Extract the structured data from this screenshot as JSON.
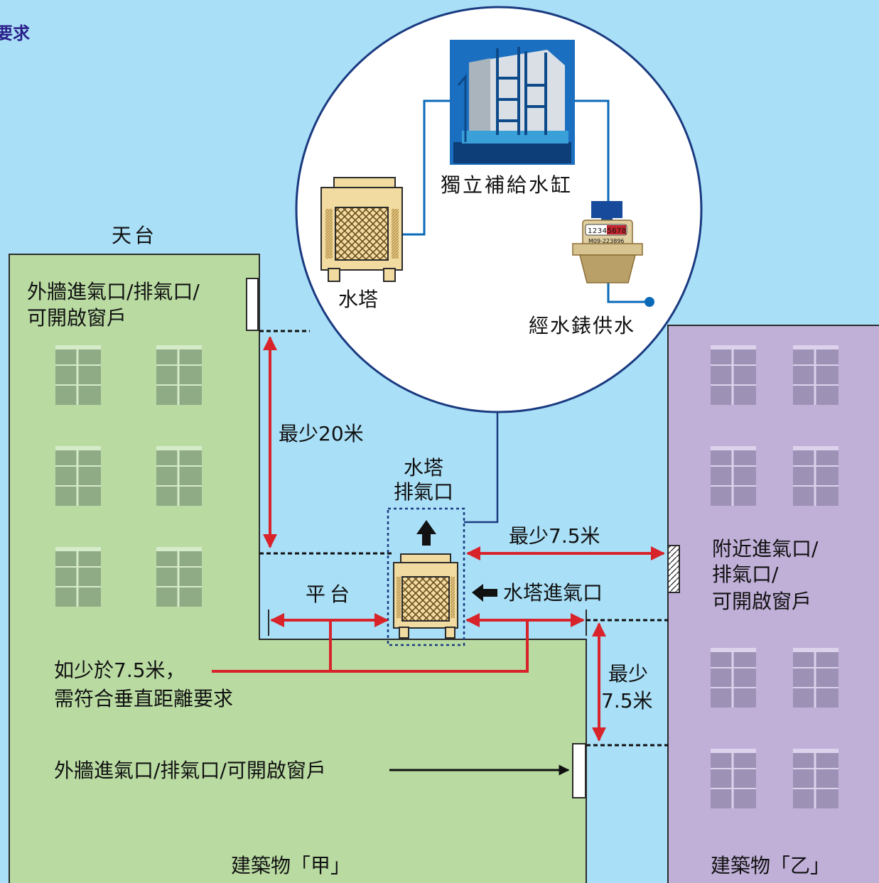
{
  "header": {
    "title_fragment": "要求"
  },
  "building_a": {
    "roof_label": "天台",
    "upper_vent_label_line1": "外牆進氣口/排氣口/",
    "upper_vent_label_line2": "可開啟窗戶",
    "vertical_distance": "最少20米",
    "platform_label": "平台",
    "note_line1": "如少於7.5米，",
    "note_line2": "需符合垂直距離要求",
    "lower_vent_label": "外牆進氣口/排氣口/可開啟窗戶",
    "name": "建築物「甲」"
  },
  "cooling_tower": {
    "exhaust_line1": "水塔",
    "exhaust_line2": "排氣口",
    "intake_label": "水塔進氣口",
    "horizontal_distance": "最少7.5米",
    "vertical_distance_line1": "最少",
    "vertical_distance_line2": "7.5米"
  },
  "building_b": {
    "vent_line1": "附近進氣口/",
    "vent_line2": "排氣口/",
    "vent_line3": "可開啟窗戶",
    "name": "建築物「乙」"
  },
  "inset": {
    "tower_label": "水塔",
    "tank_label": "獨立補給水缸",
    "supply_label": "經水錶供水",
    "meter_digits": "12345678",
    "meter_serial": "M09-223896"
  },
  "colors": {
    "sky": "#a9dff7",
    "building_a": "#b9dba2",
    "building_b": "#c0b0d8",
    "arrow_red": "#d8232a",
    "pipe_blue": "#0a6ab8",
    "circle_border": "#1a3a80",
    "tower_tan": "#f1dba0",
    "header_text": "#2a1f8a"
  }
}
